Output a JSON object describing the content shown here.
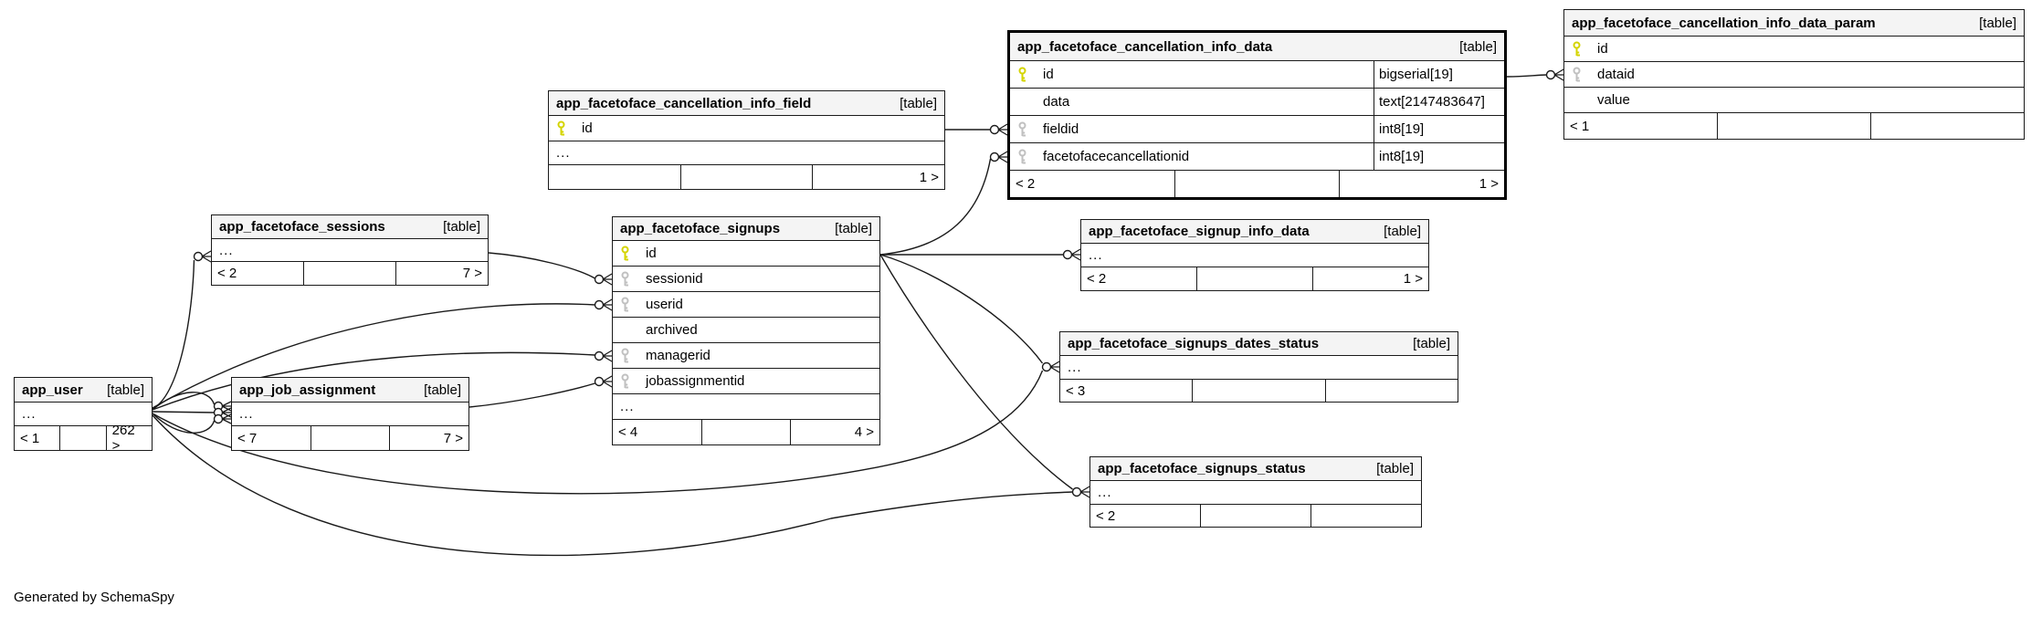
{
  "diagram": {
    "generated_by": "Generated by SchemaSpy"
  },
  "colors": {
    "header_bg": "#f4f4f4",
    "border_dark": "#1a1a1a",
    "edge": "#1a1a1a",
    "pk_key": "#d4d400",
    "fk_key": "#c0c0c0"
  },
  "tables": [
    {
      "name": "app_user",
      "tag": "[table]",
      "rows": [
        {
          "label": "..."
        }
      ],
      "footer": {
        "left": "< 1",
        "mid": "",
        "right": "262 >"
      }
    },
    {
      "name": "app_job_assignment",
      "tag": "[table]",
      "rows": [
        {
          "label": "..."
        }
      ],
      "footer": {
        "left": "< 7",
        "mid": "",
        "right": "7 >"
      }
    },
    {
      "name": "app_facetoface_sessions",
      "tag": "[table]",
      "rows": [
        {
          "label": "..."
        }
      ],
      "footer": {
        "left": "< 2",
        "mid": "",
        "right": "7 >"
      }
    },
    {
      "name": "app_facetoface_signups",
      "tag": "[table]",
      "rows": [
        {
          "label": "id",
          "key": "pk"
        },
        {
          "label": "sessionid",
          "key": "fk"
        },
        {
          "label": "userid",
          "key": "fk"
        },
        {
          "label": "archived",
          "key": "none"
        },
        {
          "label": "managerid",
          "key": "fk"
        },
        {
          "label": "jobassignmentid",
          "key": "fk"
        },
        {
          "label": "..."
        }
      ],
      "footer": {
        "left": "< 4",
        "mid": "",
        "right": "4 >"
      }
    },
    {
      "name": "app_facetoface_cancellation_info_field",
      "tag": "[table]",
      "rows": [
        {
          "label": "id",
          "key": "pk"
        },
        {
          "label": "..."
        }
      ],
      "footer": {
        "left": "",
        "mid": "",
        "right": "1 >"
      }
    },
    {
      "name": "app_facetoface_cancellation_info_data",
      "tag": "[table]",
      "rows": [
        {
          "label": "id",
          "key": "pk",
          "type": "bigserial[19]"
        },
        {
          "label": "data",
          "key": "none",
          "type": "text[2147483647]"
        },
        {
          "label": "fieldid",
          "key": "fk",
          "type": "int8[19]"
        },
        {
          "label": "facetofacecancellationid",
          "key": "fk",
          "type": "int8[19]"
        }
      ],
      "footer": {
        "left": "< 2",
        "mid": "",
        "right": "1 >"
      }
    },
    {
      "name": "app_facetoface_cancellation_info_data_param",
      "tag": "[table]",
      "rows": [
        {
          "label": "id",
          "key": "pk"
        },
        {
          "label": "dataid",
          "key": "fk"
        },
        {
          "label": "value",
          "key": "none"
        }
      ],
      "footer": {
        "left": "< 1",
        "mid": "",
        "right": ""
      }
    },
    {
      "name": "app_facetoface_signup_info_data",
      "tag": "[table]",
      "rows": [
        {
          "label": "..."
        }
      ],
      "footer": {
        "left": "< 2",
        "mid": "",
        "right": "1 >"
      }
    },
    {
      "name": "app_facetoface_signups_dates_status",
      "tag": "[table]",
      "rows": [
        {
          "label": "..."
        }
      ],
      "footer": {
        "left": "< 3",
        "mid": "",
        "right": ""
      }
    },
    {
      "name": "app_facetoface_signups_status",
      "tag": "[table]",
      "rows": [
        {
          "label": "..."
        }
      ],
      "footer": {
        "left": "< 2",
        "mid": "",
        "right": ""
      }
    }
  ]
}
